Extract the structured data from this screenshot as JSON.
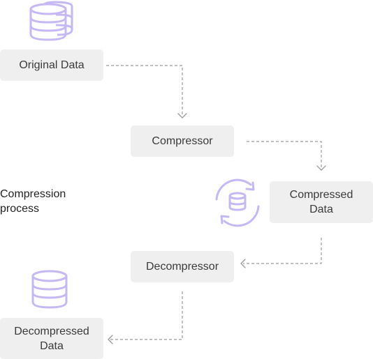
{
  "diagram": {
    "side_label": "Compression\nprocess",
    "nodes": {
      "original": "Original Data",
      "compressor": "Compressor",
      "compressed_line1": "Compressed",
      "compressed_line2": "Data",
      "decompressor": "Decompressor",
      "decompressed_line1": "Decompressed",
      "decompressed_line2": "Data"
    },
    "icons": {
      "top": "database-stack-icon",
      "middle": "database-sync-icon",
      "bottom": "database-stack-icon"
    },
    "colors": {
      "icon": "#c5b8f5",
      "box": "#efefef",
      "text": "#3a3a3a",
      "connector": "#9a9a9a"
    }
  }
}
